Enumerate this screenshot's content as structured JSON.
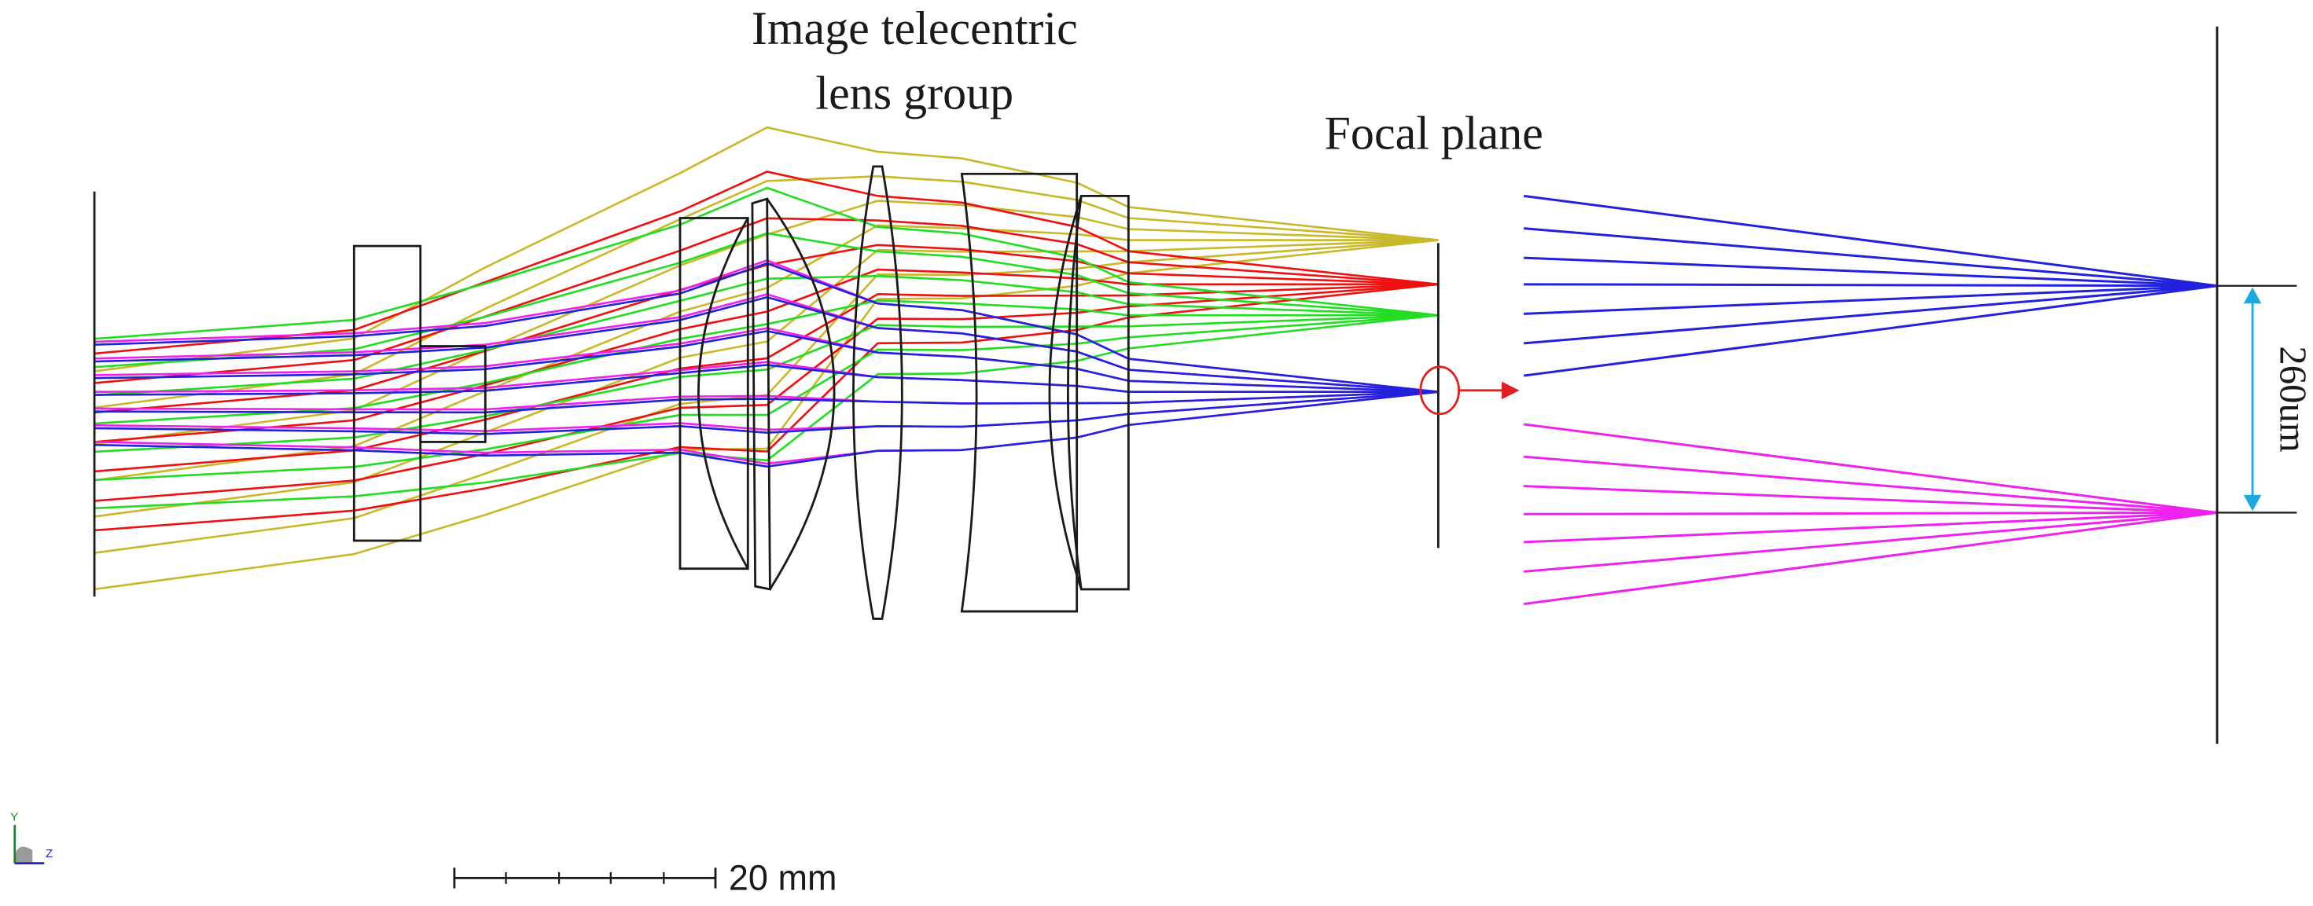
{
  "labels": {
    "lens_group_line1": "Image telecentric",
    "lens_group_line2": "lens group",
    "focal_plane": "Focal plane",
    "spot_separation": "260um",
    "scale_bar": "20 mm",
    "axis_y": "Y",
    "axis_z": "Z"
  },
  "colors": {
    "field_1": "#c8b82a",
    "field_2": "#ee1111",
    "field_3": "#22dd22",
    "field_4": "#2222dd",
    "field_5": "#ee22ee",
    "lens_outline": "#1a1a1a",
    "highlight": "#e02020",
    "dimension": "#1ea8e0"
  },
  "icons": {
    "callout_circle": "circle-highlight-icon",
    "callout_arrow": "arrow-right-icon",
    "axis_gizmo": "axis-triad-icon"
  }
}
